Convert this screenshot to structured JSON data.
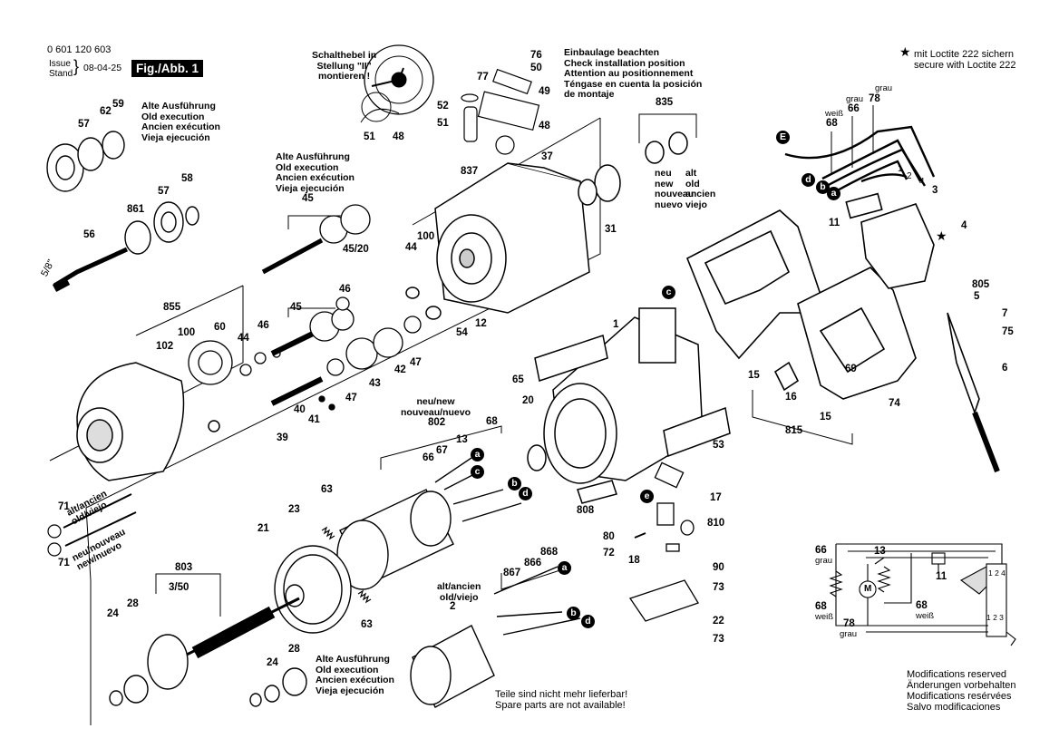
{
  "header": {
    "doc_number": "0 601 120 603",
    "issue_label": "Issue",
    "stand_label": "Stand",
    "issue_date": "08-04-25",
    "fig_label": "Fig./Abb. 1"
  },
  "notes": {
    "lever_position": [
      "Schalthebel in",
      "Stellung \"II\"",
      "montieren !"
    ],
    "install_position": [
      "Einbaulage beachten",
      "Check installation position",
      "Attention au positionnement",
      "Téngase en cuenta la posición",
      "de montaje"
    ],
    "loctite": [
      "mit Loctite 222 sichern",
      "secure with Loctite 222"
    ],
    "old_execution_1": [
      "Alte Ausführung",
      "Old execution",
      "Ancien exécution",
      "Vieja ejecución"
    ],
    "old_execution_2": [
      "Alte Ausführung",
      "Old execution",
      "Ancien exécution",
      "Vieja ejecución"
    ],
    "old_execution_3": [
      "Alte Ausführung",
      "Old execution",
      "Ancien exécution",
      "Vieja ejecución"
    ],
    "new_label": [
      "neu/new",
      "nouveau/nuevo"
    ],
    "new_old_right": [
      "neu",
      "new",
      "nouveau",
      "nuevo"
    ],
    "old_right": [
      "alt",
      "old",
      "ancien",
      "viejo"
    ],
    "alt_old_screw": [
      "alt/ancien",
      "old/viejo"
    ],
    "new_screw": [
      "neu/nouveau",
      "new/nuevo"
    ],
    "alt_old_field": [
      "alt/ancien",
      "old/viejo"
    ],
    "unavailable": [
      "Teile sind nicht mehr lieferbar!",
      "Spare parts are not available!"
    ],
    "modifications": [
      "Modifications reserved",
      "Änderungen vorbehalten",
      "Modifications resérvées",
      "Salvo modificaciones"
    ],
    "thread_size": "5/8\""
  },
  "wire_colors": {
    "grau": "grau",
    "weiss": "weiß"
  },
  "connection_letters": [
    "a",
    "b",
    "c",
    "d",
    "e",
    "E"
  ],
  "parts": {
    "p48": "48",
    "p51": "51",
    "p52": "52",
    "p76": "76",
    "p50": "50",
    "p77": "77",
    "p49": "49",
    "p48b": "48",
    "p51b": "51",
    "p835": "835",
    "p837": "837",
    "p37": "37",
    "p31": "31",
    "p57": "57",
    "p59": "59",
    "p62": "62",
    "p58": "58",
    "p57b": "57",
    "p861": "861",
    "p56": "56",
    "p45": "45",
    "p45_20": "45/20",
    "p44": "44",
    "p100": "100",
    "p54": "54",
    "p12": "12",
    "p855": "855",
    "p102": "102",
    "p100b": "100",
    "p60": "60",
    "p44b": "44",
    "p46": "46",
    "p45b": "45",
    "p46b": "46",
    "p42": "42",
    "p47": "47",
    "p43": "43",
    "p47b": "47",
    "p39": "39",
    "p40": "40",
    "p41": "41",
    "p71a": "71",
    "p71b": "71",
    "p1": "1",
    "p65": "65",
    "p20": "20",
    "p53": "53",
    "p808": "808",
    "p802": "802",
    "p66": "66",
    "p67": "67",
    "p13": "13",
    "p68": "68",
    "p63": "63",
    "p23": "23",
    "p21": "21",
    "p63b": "63",
    "p803": "803",
    "p3_50": "3/50",
    "p24": "24",
    "p28": "28",
    "p24b": "24",
    "p28b": "28",
    "p868": "868",
    "p866": "866",
    "p867": "867",
    "p2": "2",
    "p17": "17",
    "p80": "80",
    "p810": "810",
    "p72": "72",
    "p18": "18",
    "p90": "90",
    "p73": "73",
    "p22": "22",
    "p73b": "73",
    "p78": "78",
    "p66w": "66",
    "p68w": "68",
    "p1w": "1",
    "p2w": "2",
    "p4w": "4",
    "p3w": "3",
    "p11": "11",
    "p4": "4",
    "p805": "805",
    "p5": "5",
    "p7": "7",
    "p75": "75",
    "p6": "6",
    "p15a": "15",
    "p16": "16",
    "p69": "69",
    "p74": "74",
    "p15b": "15",
    "p815": "815",
    "s66": "66",
    "s68": "68",
    "s78": "78",
    "s13": "13",
    "s11": "11",
    "s68b": "68",
    "s_m": "M",
    "s124": "1 2 4",
    "s123": "1 2 3"
  }
}
